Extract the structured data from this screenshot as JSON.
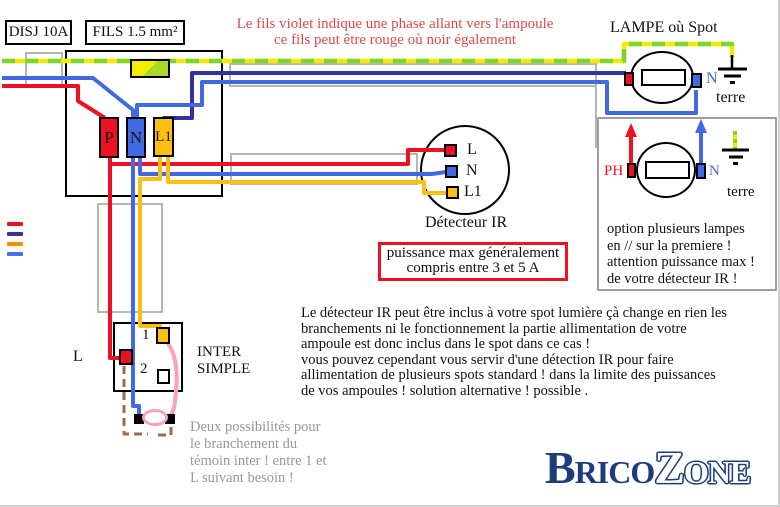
{
  "header": {
    "disj_label": "DISJ 10A",
    "fils_label": "FILS 1.5 mm²",
    "violet_note": "Le fils violet indique une phase allant vers l'ampoule\nce fils peut être rouge où noir également"
  },
  "breaker": {
    "terminals": [
      {
        "label": "P",
        "color": "#ee1122"
      },
      {
        "label": "N",
        "color": "#4169e1"
      },
      {
        "label": "L1",
        "color": "#fdc012"
      }
    ]
  },
  "lamp": {
    "title": "LAMPE où Spot",
    "n_label": "N",
    "earth_label": "terre"
  },
  "option_box": {
    "ph_label": "PH",
    "n_label": "N",
    "earth_label": "terre",
    "note": "option plusieurs lampes\nen // sur la premiere !\nattention puissance max !\nde votre détecteur IR !"
  },
  "detector": {
    "title": "Détecteur IR",
    "terminals": [
      {
        "label": "L",
        "color": "#ee1122"
      },
      {
        "label": "N",
        "color": "#4169e1"
      },
      {
        "label": "L1",
        "color": "#fdc012"
      }
    ],
    "power_note": "puissance max généralement\ncompris entre 3 et 5 A"
  },
  "switch": {
    "title": "INTER\nSIMPLE",
    "l_label": "L",
    "terminal1": "1",
    "terminal2": "2",
    "temoin_note": "Deux possibilités pour\nle branchement du\ntémoin inter ! entre 1 et\nL suivant besoin !"
  },
  "paragraph": "Le détecteur IR peut être inclus à votre spot lumière çà change en rien les\nbranchements ni le fonctionnement la partie allimentation de votre\nampoule est donc inclus dans le spot dans ce cas !\nvous pouvez cependant vous servir d'une détection IR pour faire\nallimentation de plusieurs spots standard ! dans la limite des puissances\nde vos ampoules ! solution alternative ! possible .",
  "logo": {
    "brico": "Brico",
    "zone": "Zone"
  },
  "colors": {
    "wire_red": "#ee1122",
    "wire_blue": "#4169e1",
    "wire_violet": "#33339b",
    "wire_yellow": "#fdc012",
    "wire_earth_yellow": "#f5e900",
    "wire_earth_green": "#7fd430",
    "wire_pink": "#fda0b8",
    "wire_brown": "#9b6b52",
    "legend_orange": "#ff8c00",
    "conduit_gray": "#b5b5b5",
    "note_red": "#e04848",
    "note_gray": "#989898",
    "logo_navy": "#1c3c7c"
  }
}
